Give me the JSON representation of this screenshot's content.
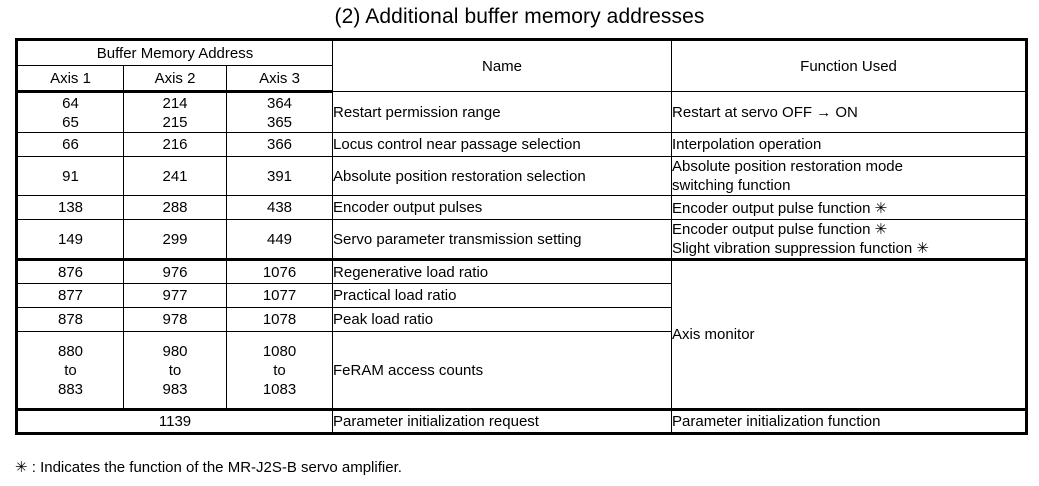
{
  "document": {
    "title": "(2) Additional buffer memory addresses",
    "footnote": "✳ : Indicates the function of the MR-J2S-B servo amplifier."
  },
  "table": {
    "header": {
      "group_label": "Buffer Memory Address",
      "axis1": "Axis 1",
      "axis2": "Axis 2",
      "axis3": "Axis 3",
      "name": "Name",
      "function": "Function Used"
    },
    "rows": [
      {
        "axis1": "64\n65",
        "axis2": "214\n215",
        "axis3": "364\n365",
        "name": "Restart permission range",
        "function": "Restart at servo OFF → ON"
      },
      {
        "axis1": "66",
        "axis2": "216",
        "axis3": "366",
        "name": "Locus control near passage selection",
        "function": "Interpolation operation"
      },
      {
        "axis1": "91",
        "axis2": "241",
        "axis3": "391",
        "name": "Absolute position restoration selection",
        "function": "Absolute position restoration mode\nswitching function"
      },
      {
        "axis1": "138",
        "axis2": "288",
        "axis3": "438",
        "name": "Encoder output pulses",
        "function": "Encoder output pulse function ✳"
      },
      {
        "axis1": "149",
        "axis2": "299",
        "axis3": "449",
        "name": "Servo parameter transmission setting",
        "function": "Encoder output pulse function ✳\nSlight vibration suppression function ✳"
      },
      {
        "axis1": "876",
        "axis2": "976",
        "axis3": "1076",
        "name": "Regenerative load ratio",
        "function": "Axis monitor"
      },
      {
        "axis1": "877",
        "axis2": "977",
        "axis3": "1077",
        "name": "Practical load ratio",
        "function": ""
      },
      {
        "axis1": "878",
        "axis2": "978",
        "axis3": "1078",
        "name": "Peak load ratio",
        "function": ""
      },
      {
        "axis1": "880\nto\n883",
        "axis2": "980\nto\n983",
        "axis3": "1080\nto\n1083",
        "name": "FeRAM access counts",
        "function": ""
      },
      {
        "axis_span": "1139",
        "name": "Parameter initialization request",
        "function": "Parameter initialization function"
      }
    ]
  }
}
